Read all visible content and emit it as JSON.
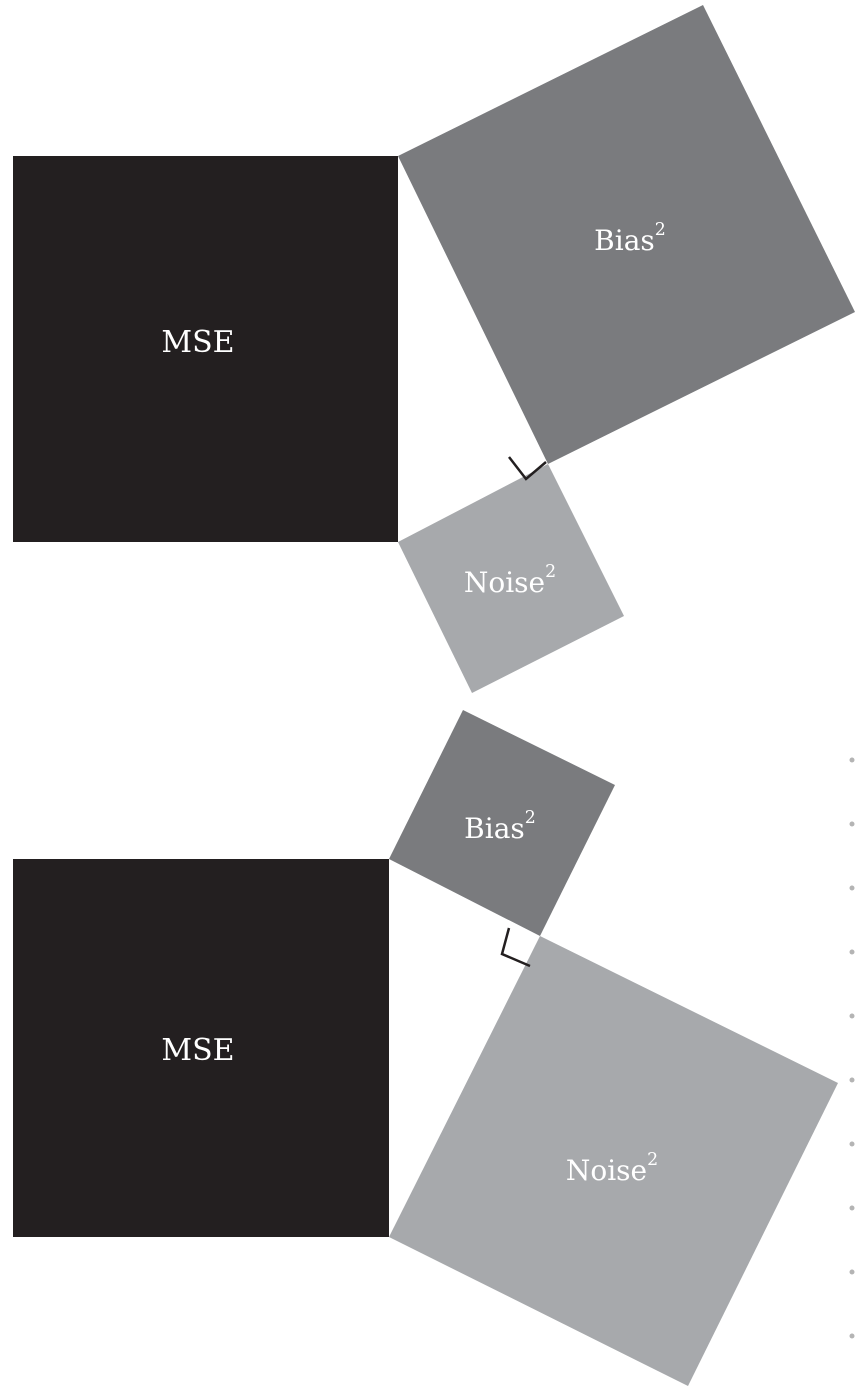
{
  "diagrams": [
    {
      "mse_label": "MSE",
      "bias_label": "Bias",
      "noise_label": "Noise",
      "exponent": "2"
    },
    {
      "mse_label": "MSE",
      "bias_label": "Bias",
      "noise_label": "Noise",
      "exponent": "2"
    }
  ],
  "colors": {
    "mse": "#231f20",
    "bias": "#7a7b7e",
    "noise": "#a7a9ac",
    "label": "#ffffff",
    "right_angle_marker": "#231f20",
    "edge_dots": "#b4b4b4"
  }
}
